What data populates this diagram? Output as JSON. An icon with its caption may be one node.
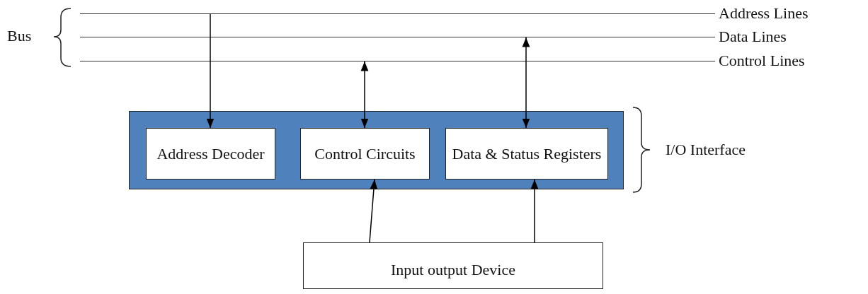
{
  "diagram": {
    "nodes": [
      {
        "text": [
          "Address Lines"
        ]
      },
      {
        "text": [
          "Data Lines"
        ]
      },
      {
        "text": [
          "Control Lines"
        ]
      },
      {
        "text": [
          "I/O Interface"
        ]
      },
      {
        "text": [
          "Address Decoder"
        ],
        "in": 3
      },
      {
        "text": [
          "Control Circuits"
        ],
        "in": 3
      },
      {
        "text": [
          "Data & Status Registers"
        ],
        "in": 3
      },
      {
        "text": [
          "Input output Device"
        ]
      }
    ],
    "edges": [
      {
        "from": 0,
        "to": 4,
        "arrow": "to"
      },
      {
        "from": 2,
        "to": 5,
        "arrow": "both"
      },
      {
        "from": 1,
        "to": 6,
        "arrow": "both"
      },
      {
        "from": 7,
        "to": 5,
        "arrow": "to"
      },
      {
        "from": 7,
        "to": 6,
        "arrow": "to"
      }
    ],
    "labels": [
      "Bus"
    ]
  }
}
